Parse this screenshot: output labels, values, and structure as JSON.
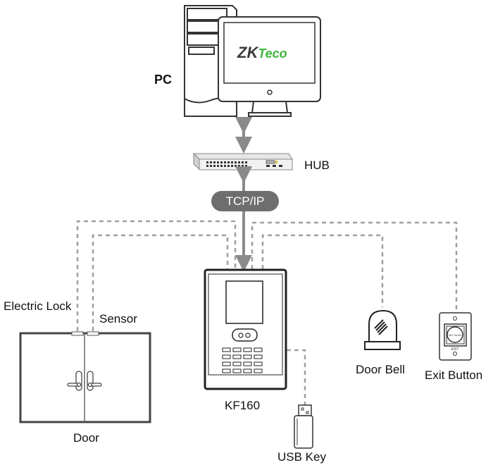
{
  "title": "KF160 system connection diagram",
  "logo": {
    "brand_dark": "ZK",
    "brand_accent": "Teco",
    "dark_color": "#3a3a3a",
    "accent_color": "#3fb63f"
  },
  "labels": {
    "pc": "PC",
    "hub": "HUB",
    "tcpip": "TCP/IP",
    "electric_lock": "Electric Lock",
    "sensor": "Sensor",
    "door": "Door",
    "kf160": "KF160",
    "usb_key": "USB Key",
    "door_bell": "Door Bell",
    "exit_button": "Exit Button"
  },
  "exit_button_face": {
    "top_text": "NO Touch",
    "bottom_text": "EXIT"
  },
  "colors": {
    "wire_dashed": "#a0a0a0",
    "arrow": "#8a8a8a",
    "pill": "#6e6e6e",
    "outline": "#333333"
  }
}
